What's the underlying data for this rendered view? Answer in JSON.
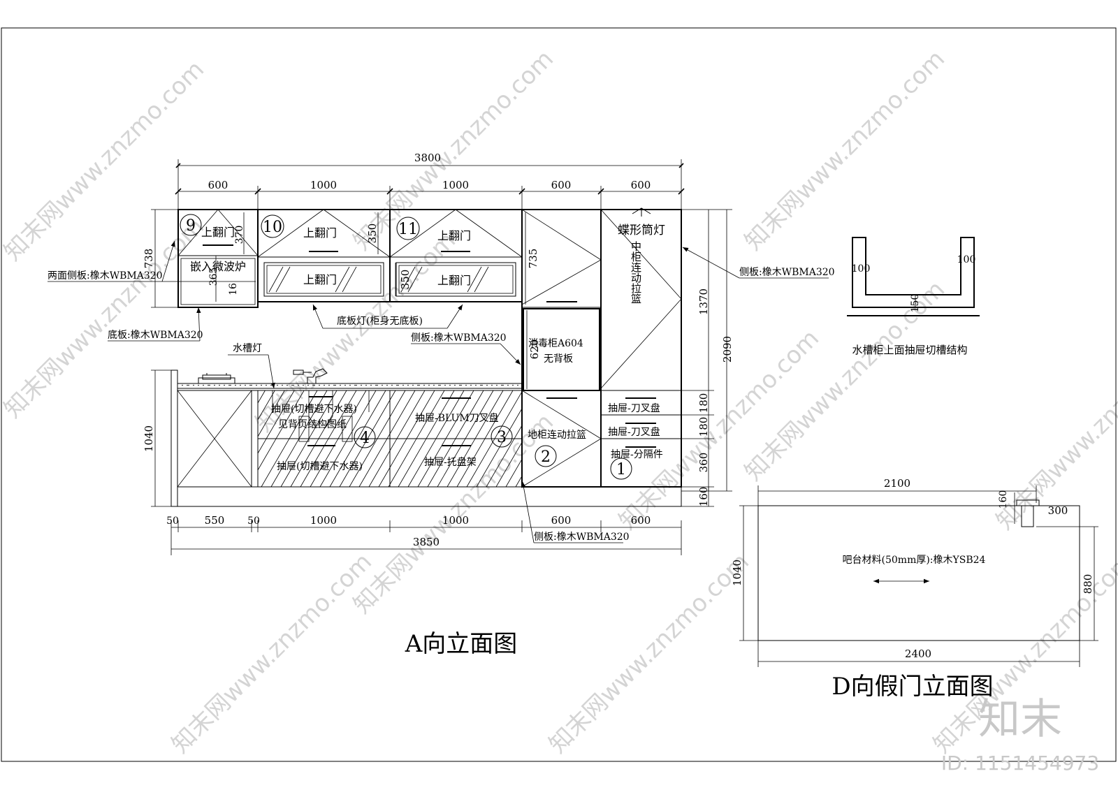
{
  "elevation_a": {
    "title": "A向立面图",
    "dim_top_total": "3800",
    "dim_top_sections": [
      "600",
      "1000",
      "1000",
      "600",
      "600"
    ],
    "dim_bottom_sections": [
      "50",
      "550",
      "50",
      "1000",
      "1000",
      "600",
      "600"
    ],
    "dim_bottom_total": "3850",
    "dim_right": [
      "1370",
      "2090",
      "180",
      "180",
      "360",
      "160"
    ],
    "dim_left": [
      "738",
      "1040"
    ],
    "inner_dims": [
      "370",
      "350",
      "735",
      "350",
      "620",
      "365",
      "16"
    ],
    "circle_numbers": [
      "9",
      "10",
      "11",
      "4",
      "3",
      "2",
      "1"
    ],
    "labels": {
      "flip_door": "上翻门",
      "microwave": "嵌入微波炉",
      "butterfly_light": "蝶形筒灯",
      "mid_cabinet": "中柜连动拉篮",
      "disinfection": "消毒柜A604",
      "no_back": "无背板",
      "drawer_fork": "抽屉-刀叉盘",
      "drawer_div": "抽屉-分隔件",
      "base_basket": "地柜连动拉篮",
      "drawer_blum": "抽屉-BLUM刀叉盘",
      "drawer_tray": "抽屉-托盘架",
      "drawer_sink": "抽屉(切槽避下水器)",
      "see_next": "见背页结构图纸",
      "sink_light": "水槽灯",
      "bottom_light": "底板灯(柜身无底板)",
      "side_panel_both": "两面侧板:橡木WBMA320",
      "bottom_panel": "底板:橡木WBMA320",
      "side_panel": "侧板:橡木WBMA320"
    }
  },
  "sink_detail": {
    "dims": [
      "100",
      "100",
      "150"
    ],
    "caption": "水槽柜上面抽屉切槽结构"
  },
  "elevation_d": {
    "title": "D向假门立面图",
    "dims": [
      "2100",
      "160",
      "300",
      "1040",
      "880",
      "2400"
    ],
    "material": "吧台材料(50mm厚):橡木YSB24"
  },
  "watermark": {
    "text": "知末网www.znzmo.com",
    "brand": "知末",
    "id_text": "ID: 1151454973"
  }
}
